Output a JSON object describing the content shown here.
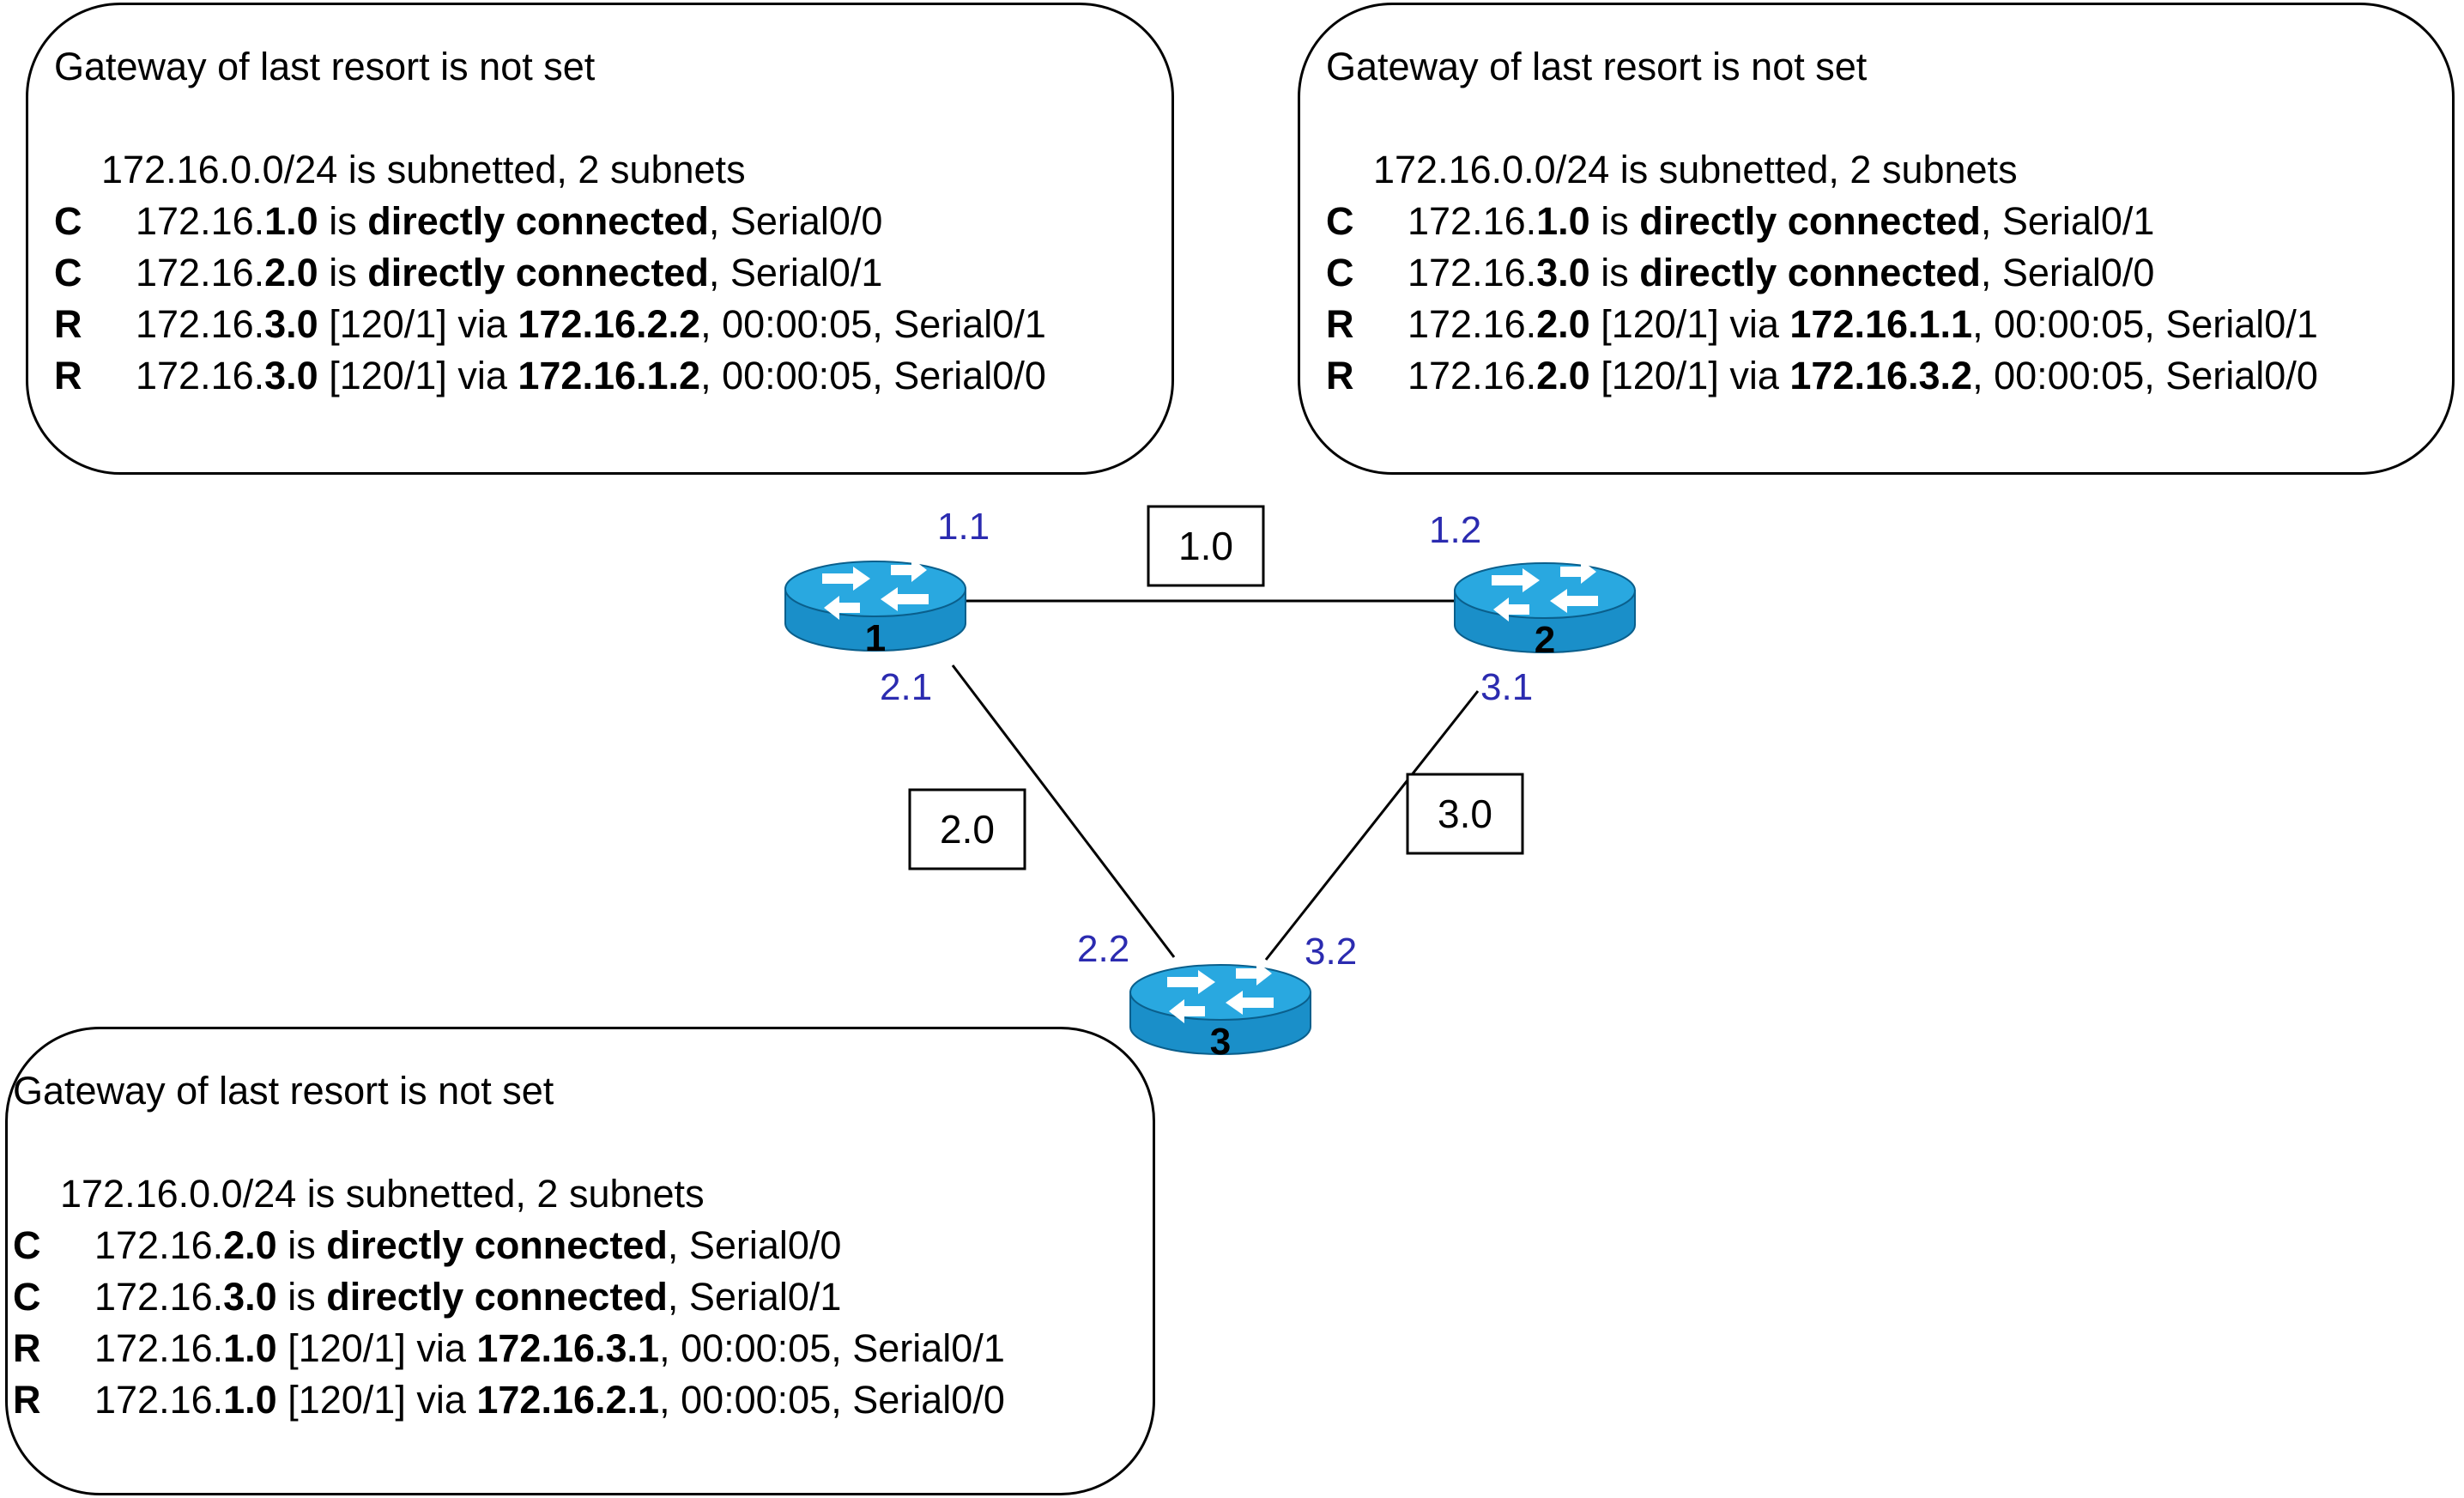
{
  "accent": {
    "interface_label": "#2b2bb0",
    "router_body": "#1a8fc9",
    "router_top": "#29a8e0",
    "router_dark": "#0d6fa3"
  },
  "icons": {
    "router": "router-icon"
  },
  "tables": [
    {
      "gateway": "Gateway of last resort is not set",
      "summary": "172.16.0.0/24 is subnetted, 2 subnets",
      "routes": [
        {
          "code": "C",
          "parts": [
            {
              "t": "172.16.",
              "b": false
            },
            {
              "t": "1.0",
              "b": true
            },
            {
              "t": " is ",
              "b": false
            },
            {
              "t": "directly connected",
              "b": true
            },
            {
              "t": ", Serial0/0",
              "b": false
            }
          ]
        },
        {
          "code": "C",
          "parts": [
            {
              "t": "172.16.",
              "b": false
            },
            {
              "t": "2.0",
              "b": true
            },
            {
              "t": " is ",
              "b": false
            },
            {
              "t": "directly connected",
              "b": true
            },
            {
              "t": ", Serial0/1",
              "b": false
            }
          ]
        },
        {
          "code": "R",
          "parts": [
            {
              "t": "172.16.",
              "b": false
            },
            {
              "t": "3.0",
              "b": true
            },
            {
              "t": " [120/1] via ",
              "b": false
            },
            {
              "t": "172.16.2.2",
              "b": true
            },
            {
              "t": ", 00:00:05, Serial0/1",
              "b": false
            }
          ]
        },
        {
          "code": "R",
          "parts": [
            {
              "t": "172.16.",
              "b": false
            },
            {
              "t": "3.0",
              "b": true
            },
            {
              "t": " [120/1] via ",
              "b": false
            },
            {
              "t": "172.16.1.2",
              "b": true
            },
            {
              "t": ", 00:00:05, Serial0/0",
              "b": false
            }
          ]
        }
      ]
    },
    {
      "gateway": "Gateway of last resort is not set",
      "summary": "172.16.0.0/24 is subnetted, 2 subnets",
      "routes": [
        {
          "code": "C",
          "parts": [
            {
              "t": "172.16.",
              "b": false
            },
            {
              "t": "1.0",
              "b": true
            },
            {
              "t": " is ",
              "b": false
            },
            {
              "t": "directly connected",
              "b": true
            },
            {
              "t": ", Serial0/1",
              "b": false
            }
          ]
        },
        {
          "code": "C",
          "parts": [
            {
              "t": "172.16.",
              "b": false
            },
            {
              "t": "3.0",
              "b": true
            },
            {
              "t": " is ",
              "b": false
            },
            {
              "t": "directly connected",
              "b": true
            },
            {
              "t": ", Serial0/0",
              "b": false
            }
          ]
        },
        {
          "code": "R",
          "parts": [
            {
              "t": "172.16.",
              "b": false
            },
            {
              "t": "2.0",
              "b": true
            },
            {
              "t": " [120/1] via ",
              "b": false
            },
            {
              "t": "172.16.1.1",
              "b": true
            },
            {
              "t": ", 00:00:05, Serial0/1",
              "b": false
            }
          ]
        },
        {
          "code": "R",
          "parts": [
            {
              "t": "172.16.",
              "b": false
            },
            {
              "t": "2.0",
              "b": true
            },
            {
              "t": " [120/1] via ",
              "b": false
            },
            {
              "t": "172.16.3.2",
              "b": true
            },
            {
              "t": ", 00:00:05, Serial0/0",
              "b": false
            }
          ]
        }
      ]
    },
    {
      "gateway": "Gateway of last resort is not set",
      "summary": "172.16.0.0/24 is subnetted, 2 subnets",
      "routes": [
        {
          "code": "C",
          "parts": [
            {
              "t": "172.16.",
              "b": false
            },
            {
              "t": "2.0",
              "b": true
            },
            {
              "t": " is ",
              "b": false
            },
            {
              "t": "directly connected",
              "b": true
            },
            {
              "t": ", Serial0/0",
              "b": false
            }
          ]
        },
        {
          "code": "C",
          "parts": [
            {
              "t": "172.16.",
              "b": false
            },
            {
              "t": "3.0",
              "b": true
            },
            {
              "t": " is ",
              "b": false
            },
            {
              "t": "directly connected",
              "b": true
            },
            {
              "t": ", Serial0/1",
              "b": false
            }
          ]
        },
        {
          "code": "R",
          "parts": [
            {
              "t": "172.16.",
              "b": false
            },
            {
              "t": "1.0",
              "b": true
            },
            {
              "t": " [120/1] via ",
              "b": false
            },
            {
              "t": "172.16.3.1",
              "b": true
            },
            {
              "t": ", 00:00:05, Serial0/1",
              "b": false
            }
          ]
        },
        {
          "code": "R",
          "parts": [
            {
              "t": "172.16.",
              "b": false
            },
            {
              "t": "1.0",
              "b": true
            },
            {
              "t": " [120/1] via ",
              "b": false
            },
            {
              "t": "172.16.2.1",
              "b": true
            },
            {
              "t": ", 00:00:05, Serial0/0",
              "b": false
            }
          ]
        }
      ]
    }
  ],
  "routers": [
    {
      "label": "1"
    },
    {
      "label": "2"
    },
    {
      "label": "3"
    }
  ],
  "links": [
    {
      "label": "1.0"
    },
    {
      "label": "2.0"
    },
    {
      "label": "3.0"
    }
  ],
  "interfaces": [
    "1.1",
    "1.2",
    "2.1",
    "3.1",
    "2.2",
    "3.2"
  ]
}
